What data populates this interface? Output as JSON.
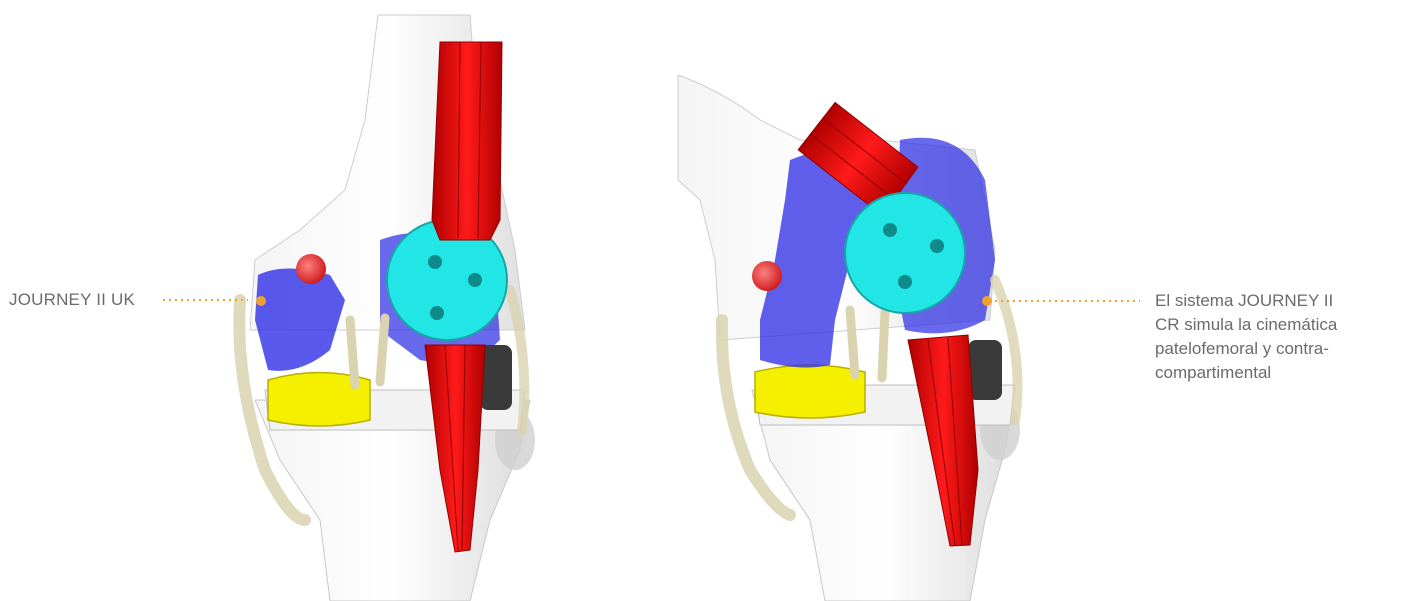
{
  "annotations": {
    "left_label": "JOURNEY II UK",
    "right_label_lines": [
      "El sistema JOURNEY II",
      "CR simula la cinemática",
      "patelofemoral y contra-",
      "compartimental"
    ]
  },
  "colors": {
    "bone": "#e8e8e8",
    "implant_blue": "#2a2ae6",
    "muscle_red": "#e00000",
    "patella_cyan": "#22e6e6",
    "insert_yellow": "#f5f000",
    "ligament_beige": "#d9d3b0",
    "leader_orange": "#f0a030"
  }
}
